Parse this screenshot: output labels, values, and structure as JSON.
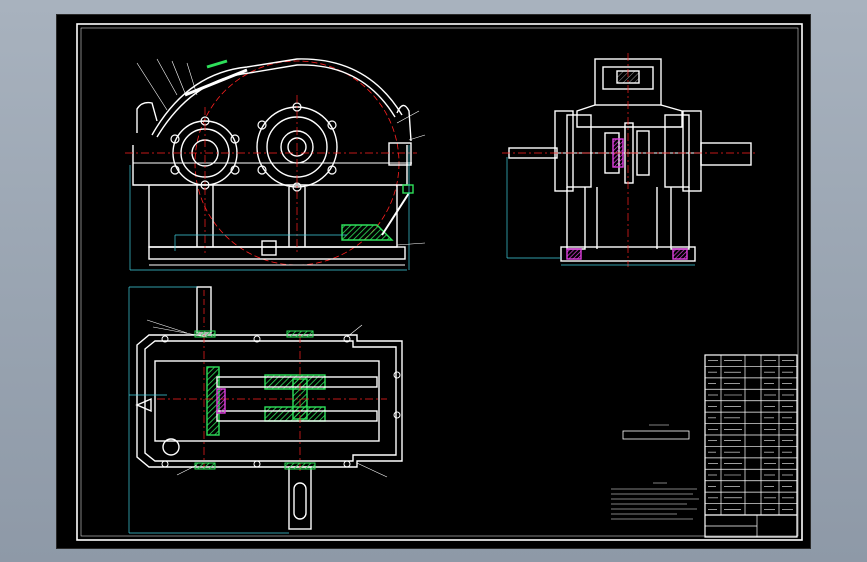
{
  "colors": {
    "background": "#000000",
    "outline": "#ffffff",
    "centerline": "#ff2020",
    "dimension": "#3fd0e0",
    "hatch_green": "#2ee05a",
    "hatch_magenta": "#e040e0",
    "frame_outer": "#9aa5b2"
  },
  "views": [
    "front-view",
    "side-view",
    "top-view"
  ],
  "title_block": {
    "rows": 14,
    "present": true
  }
}
